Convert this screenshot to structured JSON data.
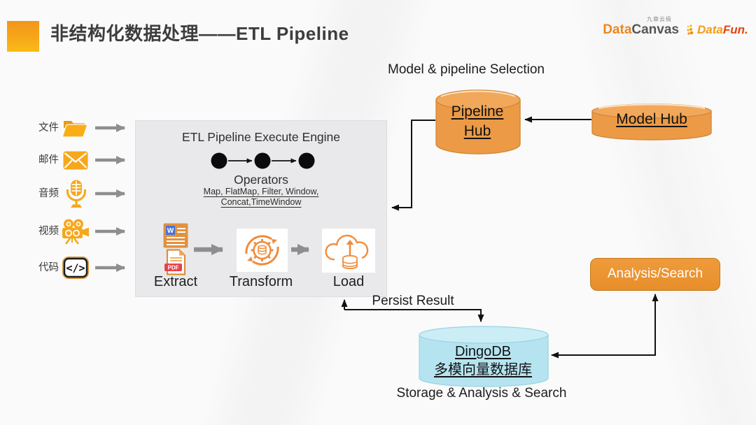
{
  "title": "非结构化数据处理——ETL Pipeline",
  "header": {
    "datacanvas": {
      "sub": "九章云极",
      "part1": "Data",
      "part2": "Canvas"
    },
    "datafun": {
      "part1": "Data",
      "part2": "Fun."
    }
  },
  "sources": [
    {
      "label": "文件",
      "icon": "folder-icon"
    },
    {
      "label": "邮件",
      "icon": "mail-icon"
    },
    {
      "label": "音频",
      "icon": "microphone-icon"
    },
    {
      "label": "视频",
      "icon": "video-camera-icon"
    },
    {
      "label": "代码",
      "icon": "code-icon"
    }
  ],
  "engine": {
    "title": "ETL Pipeline Execute Engine",
    "operators_title": "Operators",
    "operators_line1": "Map, FlatMap, Filter, Window,",
    "operators_line2": "Concat,TimeWindow",
    "stage_extract": "Extract",
    "stage_transform": "Transform",
    "stage_load": "Load"
  },
  "icon_text": {
    "word_badge": "W",
    "pdf_badge": "PDF",
    "code_glyph": "</>"
  },
  "flow": {
    "selection_label": "Model & pipeline Selection",
    "persist_label": "Persist Result",
    "storage_label": "Storage & Analysis & Search"
  },
  "nodes": {
    "pipeline_hub_line1": "Pipeline",
    "pipeline_hub_line2": "Hub",
    "model_hub": "Model Hub",
    "analysis_button": "Analysis/Search",
    "dingodb_line1": "DingoDB",
    "dingodb_line2": "多模向量数据库"
  },
  "colors": {
    "accent_orange": "#F5A61F",
    "cylinder_orange_body": "#EC9A45",
    "cylinder_orange_top": "#F2A85A",
    "dingodb_blue_body": "#B5E4F0",
    "dingodb_blue_top": "#CBEDF6",
    "button_orange": "#EE9434",
    "arrow_gray": "#8E8E8E",
    "arrow_black": "#111111",
    "engine_box_gray": "#E9E9EB"
  }
}
